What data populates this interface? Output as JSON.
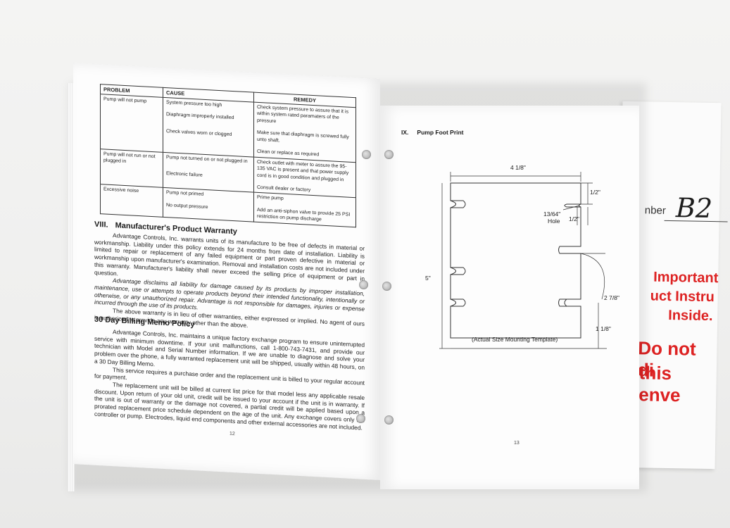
{
  "envelope": {
    "number_label": "nber",
    "number_handwritten": "B2",
    "red_lines": [
      "Important",
      "uct Instru",
      "Inside.",
      "Do not di",
      "this enve"
    ]
  },
  "left_page": {
    "table": {
      "headers": [
        "PROBLEM",
        "CAUSE",
        "REMEDY"
      ],
      "rows": [
        {
          "problem": "Pump will not pump",
          "causes": [
            "System pressure too high",
            "Diaphragm improperly installed",
            "Check valves worn or clogged"
          ],
          "remedies": [
            "Check system pressure to assure that it is within system rated paramaters of the pressure",
            "Make sure that diaphragm is screwed fully unto shaft.",
            "Clean or  replace as required"
          ]
        },
        {
          "problem": "Pump will not run or not plugged in",
          "causes": [
            "Pump not turned on or not plugged in",
            "Electronic failure"
          ],
          "remedies": [
            "Check outlet with meter to assure the 95-135 VAC is present and that power supply cord is in good condition and plugged in",
            "Consult dealer or factory"
          ]
        },
        {
          "problem": "Excessive noise",
          "causes": [
            "Pump not primed",
            "No output pressure"
          ],
          "remedies": [
            "Prime pump",
            "Add an anti-siphon valve to provide 25 PSI restriction on pump discharge"
          ]
        }
      ]
    },
    "warranty": {
      "section_number": "VIII.",
      "title": "Manufacturer's Product Warranty",
      "paragraphs": [
        "Advantage Controls, Inc. warrants units of its manufacture to be free of defects in material or workmanship.  Liability under this policy extends for 24 months from date of installation.  Liability is limited to repair or replacement of any failed equipment or part proven defective in material or workmanship upon manufacturer's examination.  Removal and installation costs are not included under this warranty.  Manufacturer's liability shall never exceed the selling price of equipment or part in question.",
        "Advantage disclaims all liability for damage caused by its products by improper installation, maintenance, use or attempts to operate products beyond their intended  functionality, intentionally or otherwise, or any unauthorized repair.  Advantage is not  responsible for damages, injuries or expense incurred through the use of its products.",
        "The above warranty is in lieu of other warranties, either expressed or implied.  No agent of ours is authorized to provide any warranty other than the above."
      ]
    },
    "billing": {
      "title": "30 Day Billing Memo Policy",
      "paragraphs": [
        "Advantage Controls, Inc. maintains a unique factory exchange program to ensure uninterrupted service with minimum downtime.  If your unit malfunctions, call 1-800-743-7431, and provide our technician with Model and Serial Number information.  If we are unable to diagnose and solve your problem over the phone, a fully warranted replacement unit will be shipped, usually within 48 hours, on a 30 Day Billing Memo.",
        "This service requires a purchase order and the replacement unit is billed to your regular account for payment.",
        "The replacement unit will be billed at current list price for that model less any applicable resale discount.  Upon return of your old unit, credit will be issued to your account if the unit is in warranty.  If the unit is out of warranty or the damage not covered, a partial credit will be applied based upon a prorated replacement price schedule dependent on the age of the unit.  Any exchange covers only the controller or pump.  Electrodes, liquid end components and other external accessories are not included."
      ]
    },
    "page_number": "12"
  },
  "right_page": {
    "section_number": "IX.",
    "section_title": "Pump Foot Print",
    "dimensions": {
      "width": "4 1/8\"",
      "height": "5\"",
      "top_offset": "1/2\"",
      "hole_label": "13/64\"",
      "hole_word": "Hole",
      "hole_offset": "1/2\"",
      "mid": "2 7/8\"",
      "bottom": "1 1/8\""
    },
    "template_label": "(Actual Size Mounting Template)",
    "page_number": "13"
  }
}
